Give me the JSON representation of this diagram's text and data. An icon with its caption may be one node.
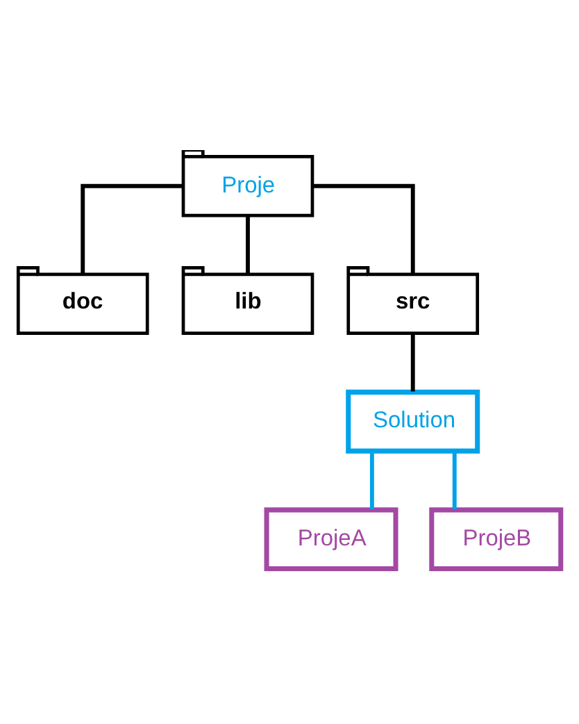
{
  "diagram": {
    "nodes": [
      {
        "text": [
          "Proje"
        ]
      },
      {
        "text": [
          "doc"
        ]
      },
      {
        "text": [
          "lib"
        ]
      },
      {
        "text": [
          "src"
        ]
      },
      {
        "text": [
          "Solution"
        ]
      },
      {
        "text": [
          "ProjeA"
        ]
      },
      {
        "text": [
          "ProjeB"
        ]
      }
    ],
    "edges": [
      {
        "from": 0,
        "to": 1,
        "arrow": "none"
      },
      {
        "from": 0,
        "to": 2,
        "arrow": "none"
      },
      {
        "from": 0,
        "to": 3,
        "arrow": "none"
      },
      {
        "from": 3,
        "to": 4,
        "arrow": "none"
      },
      {
        "from": 4,
        "to": 5,
        "arrow": "none",
        "color": "#00a2e8"
      },
      {
        "from": 4,
        "to": 6,
        "arrow": "none",
        "color": "#00a2e8"
      }
    ]
  }
}
